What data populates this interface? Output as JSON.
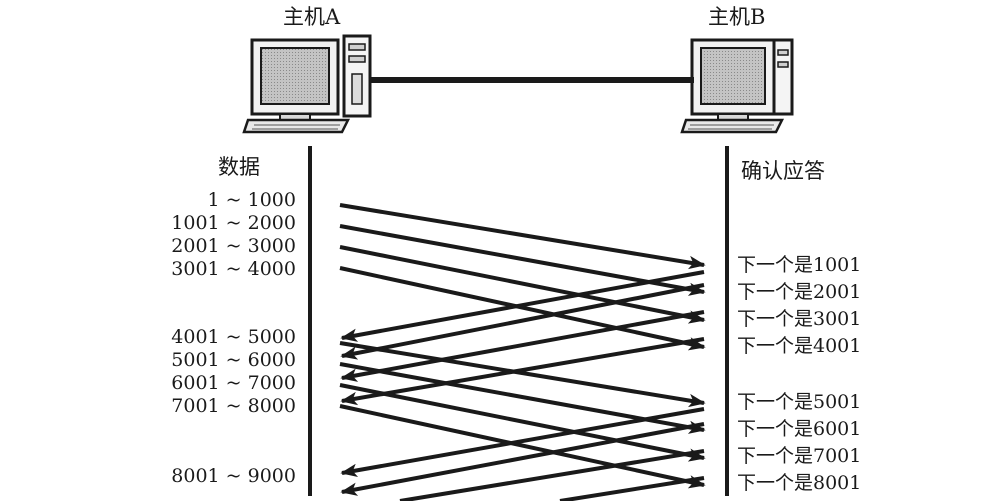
{
  "host_a": {
    "label": "主机A"
  },
  "host_b": {
    "label": "主机B"
  },
  "columns": {
    "data_heading": "数据",
    "ack_heading": "确认应答"
  },
  "segments": [
    "1 ~ 1000",
    "1001 ~ 2000",
    "2001 ~ 3000",
    "3001 ~ 4000",
    "4001 ~ 5000",
    "5001 ~ 6000",
    "6001 ~ 7000",
    "7001 ~ 8000",
    "8001 ~ 9000"
  ],
  "acks": [
    "下一个是1001",
    "下一个是2001",
    "下一个是3001",
    "下一个是4001",
    "下一个是5001",
    "下一个是6001",
    "下一个是7001",
    "下一个是8001"
  ],
  "colors": {
    "ink": "#1a1a1a",
    "screen": "#b9b9b9",
    "case": "#f4f4f4"
  }
}
